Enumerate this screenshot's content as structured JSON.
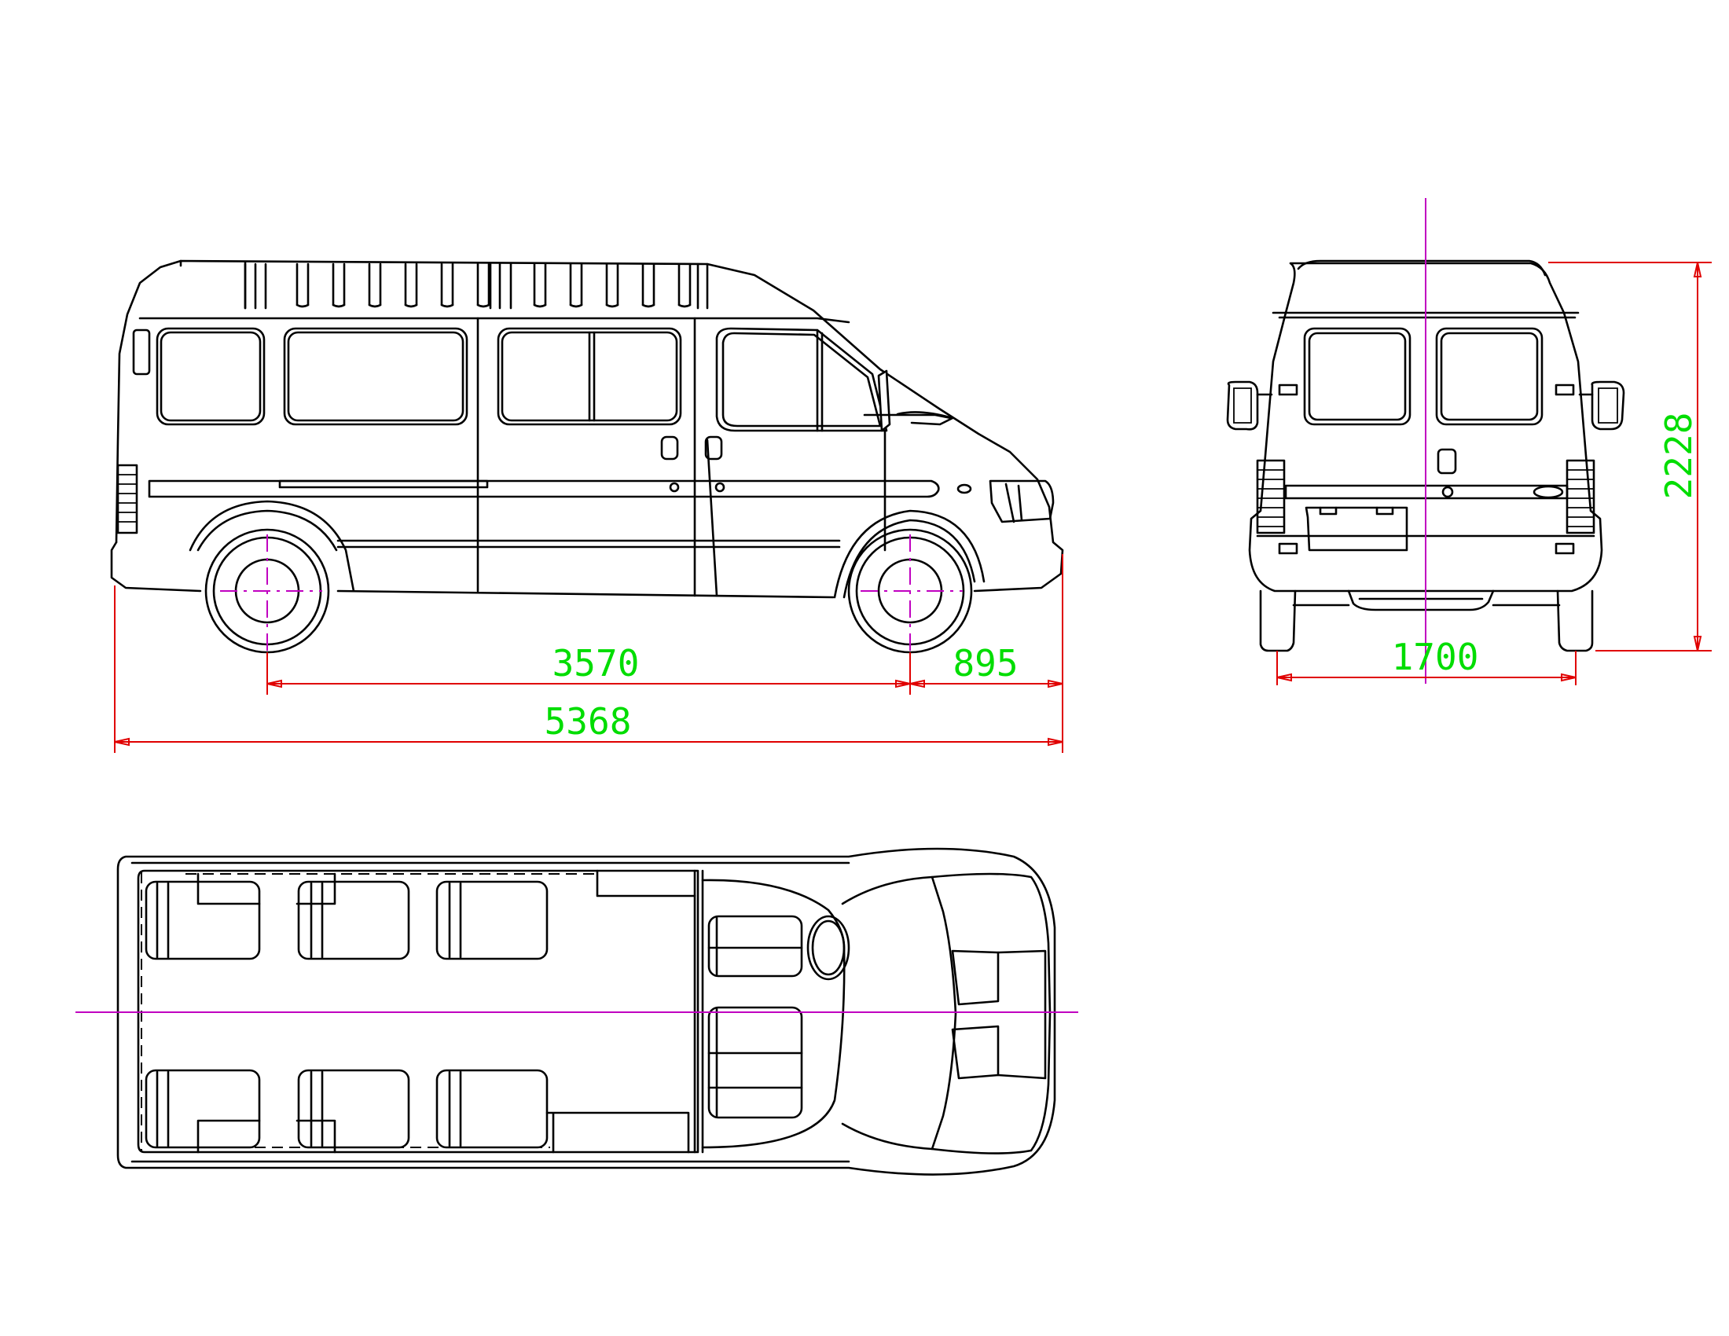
{
  "dimensions": {
    "wheelbase": "3570",
    "front_overhang": "895",
    "overall_length": "5368",
    "track_width": "1700",
    "overall_height": "2228"
  },
  "colors": {
    "outline": "#000000",
    "dimension_line": "#e00000",
    "dimension_text": "#00dd00",
    "center_line": "#c000c0"
  }
}
